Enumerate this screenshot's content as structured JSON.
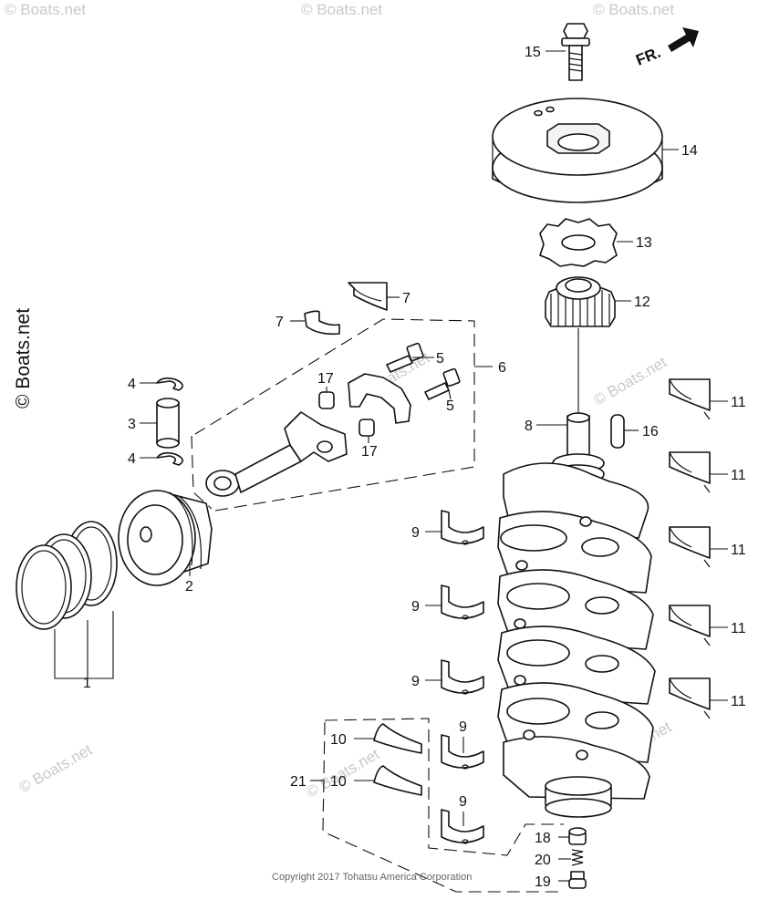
{
  "watermark": "© Boats.net",
  "side_watermark": "© Boats.net",
  "direction_label": "FR.",
  "copyright": "Copyright 2017 Tohatsu America Corporation",
  "callouts": {
    "c1": "1",
    "c2": "2",
    "c3": "3",
    "c4a": "4",
    "c4b": "4",
    "c5a": "5",
    "c5b": "5",
    "c6": "6",
    "c7a": "7",
    "c7b": "7",
    "c8": "8",
    "c9a": "9",
    "c9b": "9",
    "c9c": "9",
    "c9d": "9",
    "c9e": "9",
    "c10a": "10",
    "c10b": "10",
    "c11a": "11",
    "c11b": "11",
    "c11c": "11",
    "c11d": "11",
    "c11e": "11",
    "c12": "12",
    "c13": "13",
    "c14": "14",
    "c15": "15",
    "c16": "16",
    "c17a": "17",
    "c17b": "17",
    "c18": "18",
    "c19": "19",
    "c20": "20",
    "c21": "21"
  }
}
